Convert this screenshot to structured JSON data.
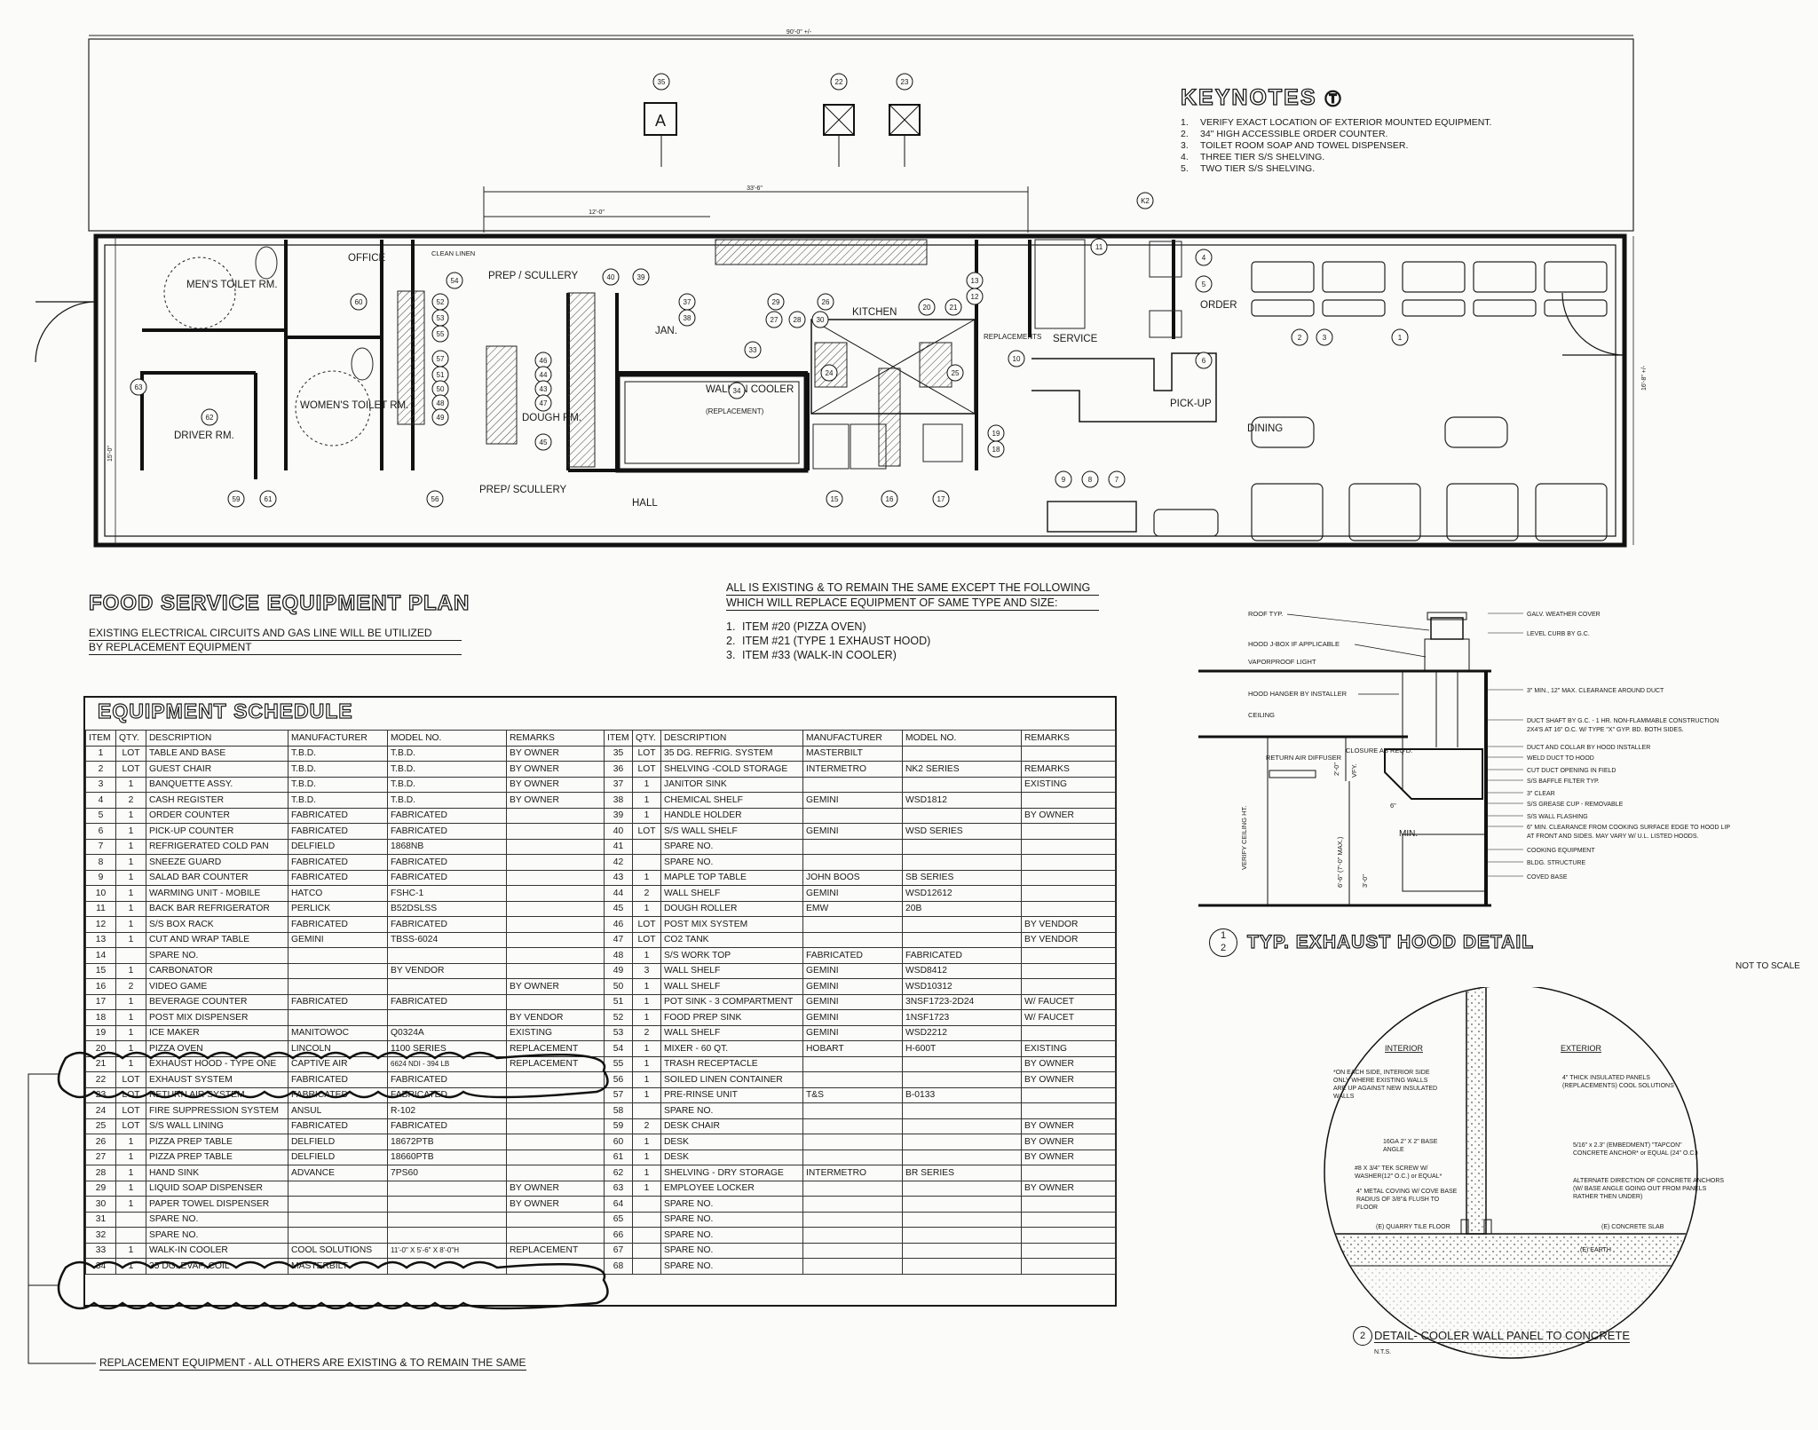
{
  "plan": {
    "dims": {
      "overall": "90'-0\" +/-",
      "duct": "33'-6\"",
      "sub": "12'-0\"",
      "side_right": "16'-8\" +/-",
      "side_left": "15'-0\""
    },
    "rooms": {
      "mens_toilet": "MEN'S TOILET RM.",
      "womens_toilet": "WOMEN'S TOILET RM.",
      "driver": "DRIVER RM.",
      "office": "OFFICE",
      "clean_linen": "CLEAN LINEN",
      "prep_top": "PREP / SCULLERY",
      "prep_bottom": "PREP/ SCULLERY",
      "dough": "DOUGH RM.",
      "jan": "JAN.",
      "walkin": "WALK-IN COOLER",
      "walkin_sub": "(REPLACEMENT)",
      "hall": "HALL",
      "kitchen": "KITCHEN",
      "replacements": "REPLACEMENTS",
      "service": "SERVICE",
      "order": "ORDER",
      "pickup": "PICK-UP",
      "dining": "DINING"
    },
    "tags": [
      "35",
      "22",
      "23",
      "K2",
      "A",
      "1",
      "11",
      "4",
      "5",
      "3",
      "6",
      "10",
      "9",
      "8",
      "7",
      "19",
      "18",
      "17",
      "16",
      "15",
      "12",
      "13",
      "21",
      "20",
      "26",
      "25",
      "24",
      "27",
      "28",
      "29",
      "30",
      "33",
      "34",
      "37",
      "38",
      "39",
      "40",
      "52",
      "53",
      "54",
      "55",
      "57",
      "51",
      "50",
      "48",
      "49",
      "46",
      "44",
      "43",
      "47",
      "45",
      "56",
      "59",
      "60",
      "61",
      "62",
      "63",
      "2"
    ]
  },
  "keynotes": {
    "title": "KEYNOTES",
    "items": [
      "VERIFY EXACT LOCATION OF EXTERIOR MOUNTED EQUIPMENT.",
      "34\" HIGH ACCESSIBLE ORDER COUNTER.",
      "TOILET ROOM SOAP AND TOWEL DISPENSER.",
      "THREE TIER S/S SHELVING.",
      "TWO TIER S/S SHELVING."
    ]
  },
  "plan_title": "FOOD SERVICE EQUIPMENT PLAN",
  "plan_note": [
    "EXISTING ELECTRICAL CIRCUITS AND GAS LINE WILL BE UTILIZED",
    "BY REPLACEMENT EQUIPMENT"
  ],
  "existing_note": {
    "heading": [
      "ALL IS EXISTING & TO REMAIN THE SAME EXCEPT THE FOLLOWING",
      "WHICH WILL REPLACE EQUIPMENT OF SAME TYPE AND SIZE:"
    ],
    "items": [
      "ITEM #20 (PIZZA OVEN)",
      "ITEM #21 (TYPE 1 EXHAUST HOOD)",
      "ITEM #33 (WALK-IN COOLER)"
    ]
  },
  "schedule": {
    "title": "EQUIPMENT SCHEDULE",
    "headers": [
      "ITEM",
      "QTY.",
      "DESCRIPTION",
      "MANUFACTURER",
      "MODEL NO.",
      "REMARKS"
    ],
    "left": [
      [
        "1",
        "LOT",
        "TABLE AND BASE",
        "T.B.D.",
        "T.B.D.",
        "BY OWNER"
      ],
      [
        "2",
        "LOT",
        "GUEST CHAIR",
        "T.B.D.",
        "T.B.D.",
        "BY OWNER"
      ],
      [
        "3",
        "1",
        "BANQUETTE ASSY.",
        "T.B.D.",
        "T.B.D.",
        "BY OWNER"
      ],
      [
        "4",
        "2",
        "CASH REGISTER",
        "T.B.D.",
        "T.B.D.",
        "BY OWNER"
      ],
      [
        "5",
        "1",
        "ORDER COUNTER",
        "FABRICATED",
        "FABRICATED",
        ""
      ],
      [
        "6",
        "1",
        "PICK-UP COUNTER",
        "FABRICATED",
        "FABRICATED",
        ""
      ],
      [
        "7",
        "1",
        "REFRIGERATED COLD PAN",
        "DELFIELD",
        "1868NB",
        ""
      ],
      [
        "8",
        "1",
        "SNEEZE GUARD",
        "FABRICATED",
        "FABRICATED",
        ""
      ],
      [
        "9",
        "1",
        "SALAD BAR COUNTER",
        "FABRICATED",
        "FABRICATED",
        ""
      ],
      [
        "10",
        "1",
        "WARMING UNIT - MOBILE",
        "HATCO",
        "FSHC-1",
        ""
      ],
      [
        "11",
        "1",
        "BACK BAR REFRIGERATOR",
        "PERLICK",
        "B52DSLSS",
        ""
      ],
      [
        "12",
        "1",
        "S/S BOX RACK",
        "FABRICATED",
        "FABRICATED",
        ""
      ],
      [
        "13",
        "1",
        "CUT AND WRAP TABLE",
        "GEMINI",
        "TBSS-6024",
        ""
      ],
      [
        "14",
        "",
        "SPARE NO.",
        "",
        "",
        ""
      ],
      [
        "15",
        "1",
        "CARBONATOR",
        "",
        "BY VENDOR",
        ""
      ],
      [
        "16",
        "2",
        "VIDEO GAME",
        "",
        "",
        "BY OWNER"
      ],
      [
        "17",
        "1",
        "BEVERAGE COUNTER",
        "FABRICATED",
        "FABRICATED",
        ""
      ],
      [
        "18",
        "1",
        "POST MIX DISPENSER",
        "",
        "",
        "BY VENDOR"
      ],
      [
        "19",
        "1",
        "ICE MAKER",
        "MANITOWOC",
        "Q0324A",
        "EXISTING"
      ],
      [
        "20",
        "1",
        "PIZZA OVEN",
        "LINCOLN",
        "1100 SERIES",
        "REPLACEMENT"
      ],
      [
        "21",
        "1",
        "EXHAUST HOOD - TYPE ONE",
        "CAPTIVE AIR",
        "6624 NDI - 394 LB",
        "REPLACEMENT"
      ],
      [
        "22",
        "LOT",
        "EXHAUST SYSTEM",
        "FABRICATED",
        "FABRICATED",
        ""
      ],
      [
        "23",
        "LOT",
        "RETURN AIR SYSTEM",
        "FABRICATED",
        "FABRICATED",
        ""
      ],
      [
        "24",
        "LOT",
        "FIRE SUPPRESSION SYSTEM",
        "ANSUL",
        "R-102",
        ""
      ],
      [
        "25",
        "LOT",
        "S/S WALL LINING",
        "FABRICATED",
        "FABRICATED",
        ""
      ],
      [
        "26",
        "1",
        "PIZZA PREP TABLE",
        "DELFIELD",
        "18672PTB",
        ""
      ],
      [
        "27",
        "1",
        "PIZZA PREP TABLE",
        "DELFIELD",
        "18660PTB",
        ""
      ],
      [
        "28",
        "1",
        "HAND SINK",
        "ADVANCE",
        "7PS60",
        ""
      ],
      [
        "29",
        "1",
        "LIQUID SOAP DISPENSER",
        "",
        "",
        "BY OWNER"
      ],
      [
        "30",
        "1",
        "PAPER TOWEL DISPENSER",
        "",
        "",
        "BY OWNER"
      ],
      [
        "31",
        "",
        "SPARE NO.",
        "",
        "",
        ""
      ],
      [
        "32",
        "",
        "SPARE NO.",
        "",
        "",
        ""
      ],
      [
        "33",
        "1",
        "WALK-IN COOLER",
        "COOL SOLUTIONS",
        "11'-0\" X 5'-6\" X 8'-0\"H",
        "REPLACEMENT"
      ],
      [
        "34",
        "1",
        "35 DG. EVAP. COIL",
        "MASTERBILT",
        "",
        ""
      ]
    ],
    "right": [
      [
        "35",
        "LOT",
        "35 DG. REFRIG. SYSTEM",
        "MASTERBILT",
        "",
        ""
      ],
      [
        "36",
        "LOT",
        "SHELVING -COLD STORAGE",
        "INTERMETRO",
        "NK2 SERIES",
        "REMARKS"
      ],
      [
        "37",
        "1",
        "JANITOR SINK",
        "",
        "",
        "EXISTING"
      ],
      [
        "38",
        "1",
        "CHEMICAL SHELF",
        "GEMINI",
        "WSD1812",
        ""
      ],
      [
        "39",
        "1",
        "HANDLE HOLDER",
        "",
        "",
        "BY OWNER"
      ],
      [
        "40",
        "LOT",
        "S/S WALL SHELF",
        "GEMINI",
        "WSD SERIES",
        ""
      ],
      [
        "41",
        "",
        "SPARE NO.",
        "",
        "",
        ""
      ],
      [
        "42",
        "",
        "SPARE NO.",
        "",
        "",
        ""
      ],
      [
        "43",
        "1",
        "MAPLE TOP TABLE",
        "JOHN BOOS",
        "SB SERIES",
        ""
      ],
      [
        "44",
        "2",
        "WALL SHELF",
        "GEMINI",
        "WSD12612",
        ""
      ],
      [
        "45",
        "1",
        "DOUGH ROLLER",
        "EMW",
        "20B",
        ""
      ],
      [
        "46",
        "LOT",
        "POST MIX SYSTEM",
        "",
        "",
        "BY VENDOR"
      ],
      [
        "47",
        "LOT",
        "CO2 TANK",
        "",
        "",
        "BY VENDOR"
      ],
      [
        "48",
        "1",
        "S/S WORK TOP",
        "FABRICATED",
        "FABRICATED",
        ""
      ],
      [
        "49",
        "3",
        "WALL SHELF",
        "GEMINI",
        "WSD8412",
        ""
      ],
      [
        "50",
        "1",
        "WALL SHELF",
        "GEMINI",
        "WSD10312",
        ""
      ],
      [
        "51",
        "1",
        "POT SINK - 3 COMPARTMENT",
        "GEMINI",
        "3NSF1723-2D24",
        "W/ FAUCET"
      ],
      [
        "52",
        "1",
        "FOOD PREP SINK",
        "GEMINI",
        "1NSF1723",
        "W/ FAUCET"
      ],
      [
        "53",
        "2",
        "WALL SHELF",
        "GEMINI",
        "WSD2212",
        ""
      ],
      [
        "54",
        "1",
        "MIXER - 60 QT.",
        "HOBART",
        "H-600T",
        "EXISTING"
      ],
      [
        "55",
        "1",
        "TRASH RECEPTACLE",
        "",
        "",
        "BY OWNER"
      ],
      [
        "56",
        "1",
        "SOILED LINEN CONTAINER",
        "",
        "",
        "BY OWNER"
      ],
      [
        "57",
        "1",
        "PRE-RINSE UNIT",
        "T&S",
        "B-0133",
        ""
      ],
      [
        "58",
        "",
        "SPARE NO.",
        "",
        "",
        ""
      ],
      [
        "59",
        "2",
        "DESK CHAIR",
        "",
        "",
        "BY OWNER"
      ],
      [
        "60",
        "1",
        "DESK",
        "",
        "",
        "BY OWNER"
      ],
      [
        "61",
        "1",
        "DESK",
        "",
        "",
        "BY OWNER"
      ],
      [
        "62",
        "1",
        "SHELVING - DRY STORAGE",
        "INTERMETRO",
        "BR SERIES",
        ""
      ],
      [
        "63",
        "1",
        "EMPLOYEE LOCKER",
        "",
        "",
        "BY OWNER"
      ],
      [
        "64",
        "",
        "SPARE NO.",
        "",
        "",
        ""
      ],
      [
        "65",
        "",
        "SPARE NO.",
        "",
        "",
        ""
      ],
      [
        "66",
        "",
        "SPARE NO.",
        "",
        "",
        ""
      ],
      [
        "67",
        "",
        "SPARE NO.",
        "",
        "",
        ""
      ],
      [
        "68",
        "",
        "SPARE NO.",
        "",
        "",
        ""
      ]
    ]
  },
  "replacement_note": "REPLACEMENT EQUIPMENT - ALL OTHERS ARE EXISTING & TO REMAIN THE SAME",
  "hood_detail": {
    "title": "TYP. EXHAUST HOOD DETAIL",
    "number": "1",
    "sheet": "2",
    "nts": "NOT TO SCALE",
    "labels_left": [
      "ROOF TYP.",
      "HOOD J-BOX IF APPLICABLE",
      "VAPORPROOF LIGHT",
      "HOOD HANGER BY INSTALLER",
      "CEILING",
      "RETURN AIR DIFFUSER",
      "CLOSURE AS REQ'D."
    ],
    "labels_right": [
      "GALV. WEATHER COVER",
      "LEVEL CURB BY G.C.",
      "3\" MIN., 12\" MAX. CLEARANCE AROUND DUCT",
      "DUCT SHAFT BY G.C. - 1 HR. NON-FLAMMABLE CONSTRUCTION",
      "2X4'S AT 16\" O.C. W/ TYPE \"X\" GYP. BD. BOTH SIDES.",
      "DUCT AND COLLAR BY HOOD INSTALLER",
      "WELD DUCT TO HOOD",
      "CUT DUCT OPENING IN FIELD",
      "S/S BAFFLE FILTER TYP.",
      "3\" CLEAR",
      "S/S GREASE CUP - REMOVABLE",
      "S/S WALL FLASHING",
      "6\" MIN. CLEARANCE FROM COOKING SURFACE EDGE TO HOOD LIP",
      "AT FRONT AND SIDES. MAY VARY W/ U.L. LISTED HOODS.",
      "COOKING EQUIPMENT",
      "BLDG. STRUCTURE",
      "COVED BASE"
    ],
    "dims": [
      "VERIFY CEILING HT.",
      "2'-0\"",
      "VFY.",
      "6'-6\" (7'-0\" MAX.)",
      "3'-0\"",
      "6\"",
      "MIN."
    ]
  },
  "cooler_detail": {
    "title": "DETAIL- COOLER WALL PANEL TO CONCRETE",
    "number": "2",
    "nts": "N.T.S.",
    "interior": "INTERIOR",
    "exterior": "EXTERIOR",
    "labels": [
      "*ON EACH SIDE, INTERIOR SIDE ONLY WHERE EXISTING WALLS ARE UP AGAINST NEW INSULATED WALLS",
      "4\" THICK INSULATED PANELS (REPLACEMENTS) COOL SOLUTIONS",
      "16GA 2\" X 2\" BASE ANGLE",
      "5/16\" x 2.3\" (EMBEDMENT) \"TAPCON\" CONCRETE ANCHOR* or EQUAL (24\" O.C.)",
      "#8 X 3/4\" TEK SCREW W/ WASHER(12\" O.C.) or EQUAL*",
      "ALTERNATE DIRECTION OF CONCRETE ANCHORS (W/ BASE ANGLE GOING OUT FROM PANELS RATHER THEN UNDER)",
      "4\" METAL COVING W/ COVE BASE RADIUS OF 3/8\"& FLUSH TO FLOOR",
      "(E) QUARRY TILE FLOOR",
      "(E) CONCRETE SLAB",
      "(E) EARTH"
    ]
  }
}
